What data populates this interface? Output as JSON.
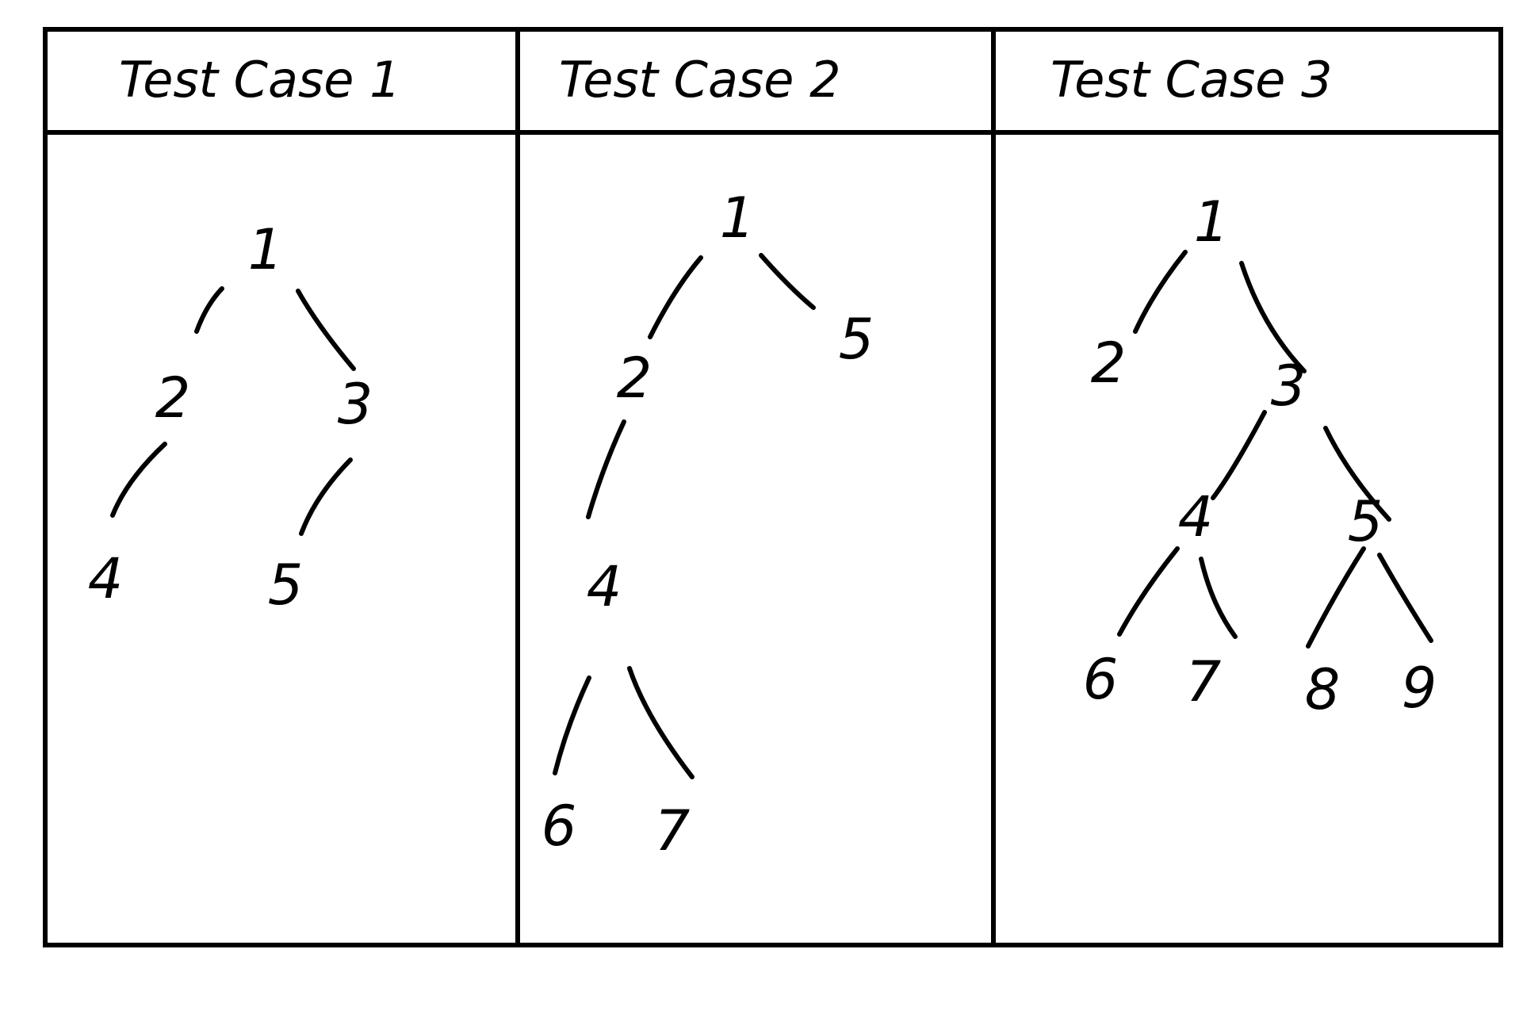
{
  "colors": {
    "ink": "#000000",
    "paper": "#ffffff"
  },
  "panels": [
    {
      "title": "Test Case 1",
      "nodes": [
        {
          "id": "n1",
          "label": "1"
        },
        {
          "id": "n2",
          "label": "2"
        },
        {
          "id": "n3",
          "label": "3"
        },
        {
          "id": "n4",
          "label": "4"
        },
        {
          "id": "n5",
          "label": "5"
        }
      ],
      "edges": [
        [
          "n1",
          "n2"
        ],
        [
          "n1",
          "n3"
        ],
        [
          "n2",
          "n4"
        ],
        [
          "n3",
          "n5"
        ]
      ]
    },
    {
      "title": "Test Case 2",
      "nodes": [
        {
          "id": "n1",
          "label": "1"
        },
        {
          "id": "n2",
          "label": "2"
        },
        {
          "id": "n5",
          "label": "5"
        },
        {
          "id": "n4",
          "label": "4"
        },
        {
          "id": "n6",
          "label": "6"
        },
        {
          "id": "n7",
          "label": "7"
        }
      ],
      "edges": [
        [
          "n1",
          "n2"
        ],
        [
          "n1",
          "n5"
        ],
        [
          "n2",
          "n4"
        ],
        [
          "n4",
          "n6"
        ],
        [
          "n4",
          "n7"
        ]
      ]
    },
    {
      "title": "Test Case 3",
      "nodes": [
        {
          "id": "n1",
          "label": "1"
        },
        {
          "id": "n2",
          "label": "2"
        },
        {
          "id": "n3",
          "label": "3"
        },
        {
          "id": "n4",
          "label": "4"
        },
        {
          "id": "n5",
          "label": "5"
        },
        {
          "id": "n6",
          "label": "6"
        },
        {
          "id": "n7",
          "label": "7"
        },
        {
          "id": "n8",
          "label": "8"
        },
        {
          "id": "n9",
          "label": "9"
        }
      ],
      "edges": [
        [
          "n1",
          "n2"
        ],
        [
          "n1",
          "n3"
        ],
        [
          "n3",
          "n4"
        ],
        [
          "n3",
          "n5"
        ],
        [
          "n4",
          "n6"
        ],
        [
          "n4",
          "n7"
        ],
        [
          "n5",
          "n8"
        ],
        [
          "n5",
          "n9"
        ]
      ]
    }
  ]
}
